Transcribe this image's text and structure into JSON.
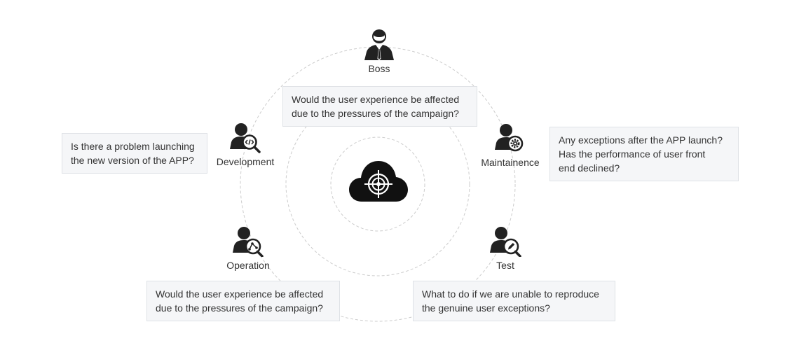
{
  "diagram": {
    "roles": {
      "boss": {
        "label": "Boss",
        "icon": "boss-icon"
      },
      "development": {
        "label": "Development",
        "icon": "developer-code-icon"
      },
      "maintainence": {
        "label": "Maintainence",
        "icon": "maintainer-gear-icon"
      },
      "operation": {
        "label": "Operation",
        "icon": "operator-graph-icon"
      },
      "test": {
        "label": "Test",
        "icon": "tester-pencil-icon"
      }
    },
    "questions": {
      "boss": [
        "Would the user experience be affected",
        "due to the pressures of the campaign?"
      ],
      "development": [
        "Is there a problem launching",
        "the new version of the APP?"
      ],
      "maintainence": [
        "Any exceptions after the APP launch?",
        "Has the performance of user front",
        "end declined?"
      ],
      "operation": [
        "Would the user experience be affected",
        "due to the pressures of the campaign?"
      ],
      "test": [
        "What to do if we are unable to reproduce",
        "the genuine user exceptions?"
      ]
    },
    "center": {
      "icon": "cloud-target-icon"
    },
    "colors": {
      "icon": "#222222",
      "ring": "#cccccc",
      "bubble_bg": "#f5f6f8",
      "bubble_border": "#dfe2e6"
    }
  }
}
